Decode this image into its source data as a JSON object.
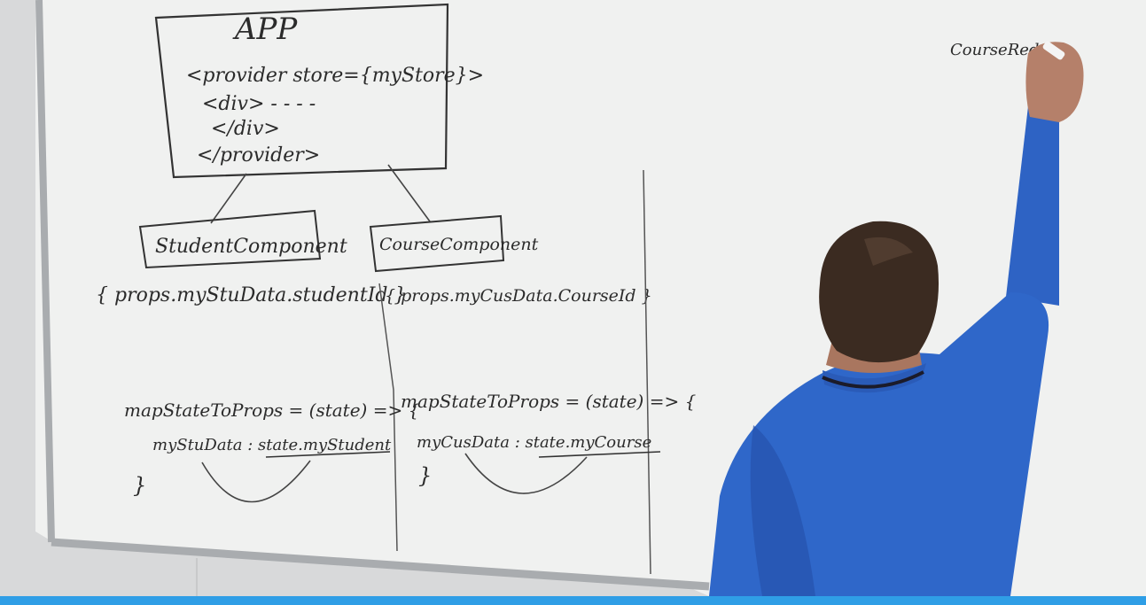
{
  "board": {
    "app_title": "APP",
    "provider_open": "<provider store={myStore}>",
    "div_open": "<div> - - - -",
    "div_close": "</div>",
    "provider_close": "</provider>",
    "student_component": "StudentComponent",
    "course_component": "CourseComponent",
    "student_props": "{ props.myStuData.studentId }",
    "course_props": "{ props.myCusData.CourseId }",
    "student_map_line1": "mapStateToProps = (state) => {",
    "student_map_line2": "myStuData : state.myStudent",
    "student_map_close": "}",
    "course_map_line1": "mapStateToProps = (state) => {",
    "course_map_line2": "myCusData : state.myCourse",
    "course_map_close": "}",
    "corner_note": "CourseRed"
  },
  "colors": {
    "whiteboard": "#f1f2f1",
    "marker": "#2b2b2b",
    "shirt": "#2f67c9",
    "hair": "#3a2a20",
    "skin": "#b8826a",
    "bottom_bar": "#2f9ee6"
  }
}
